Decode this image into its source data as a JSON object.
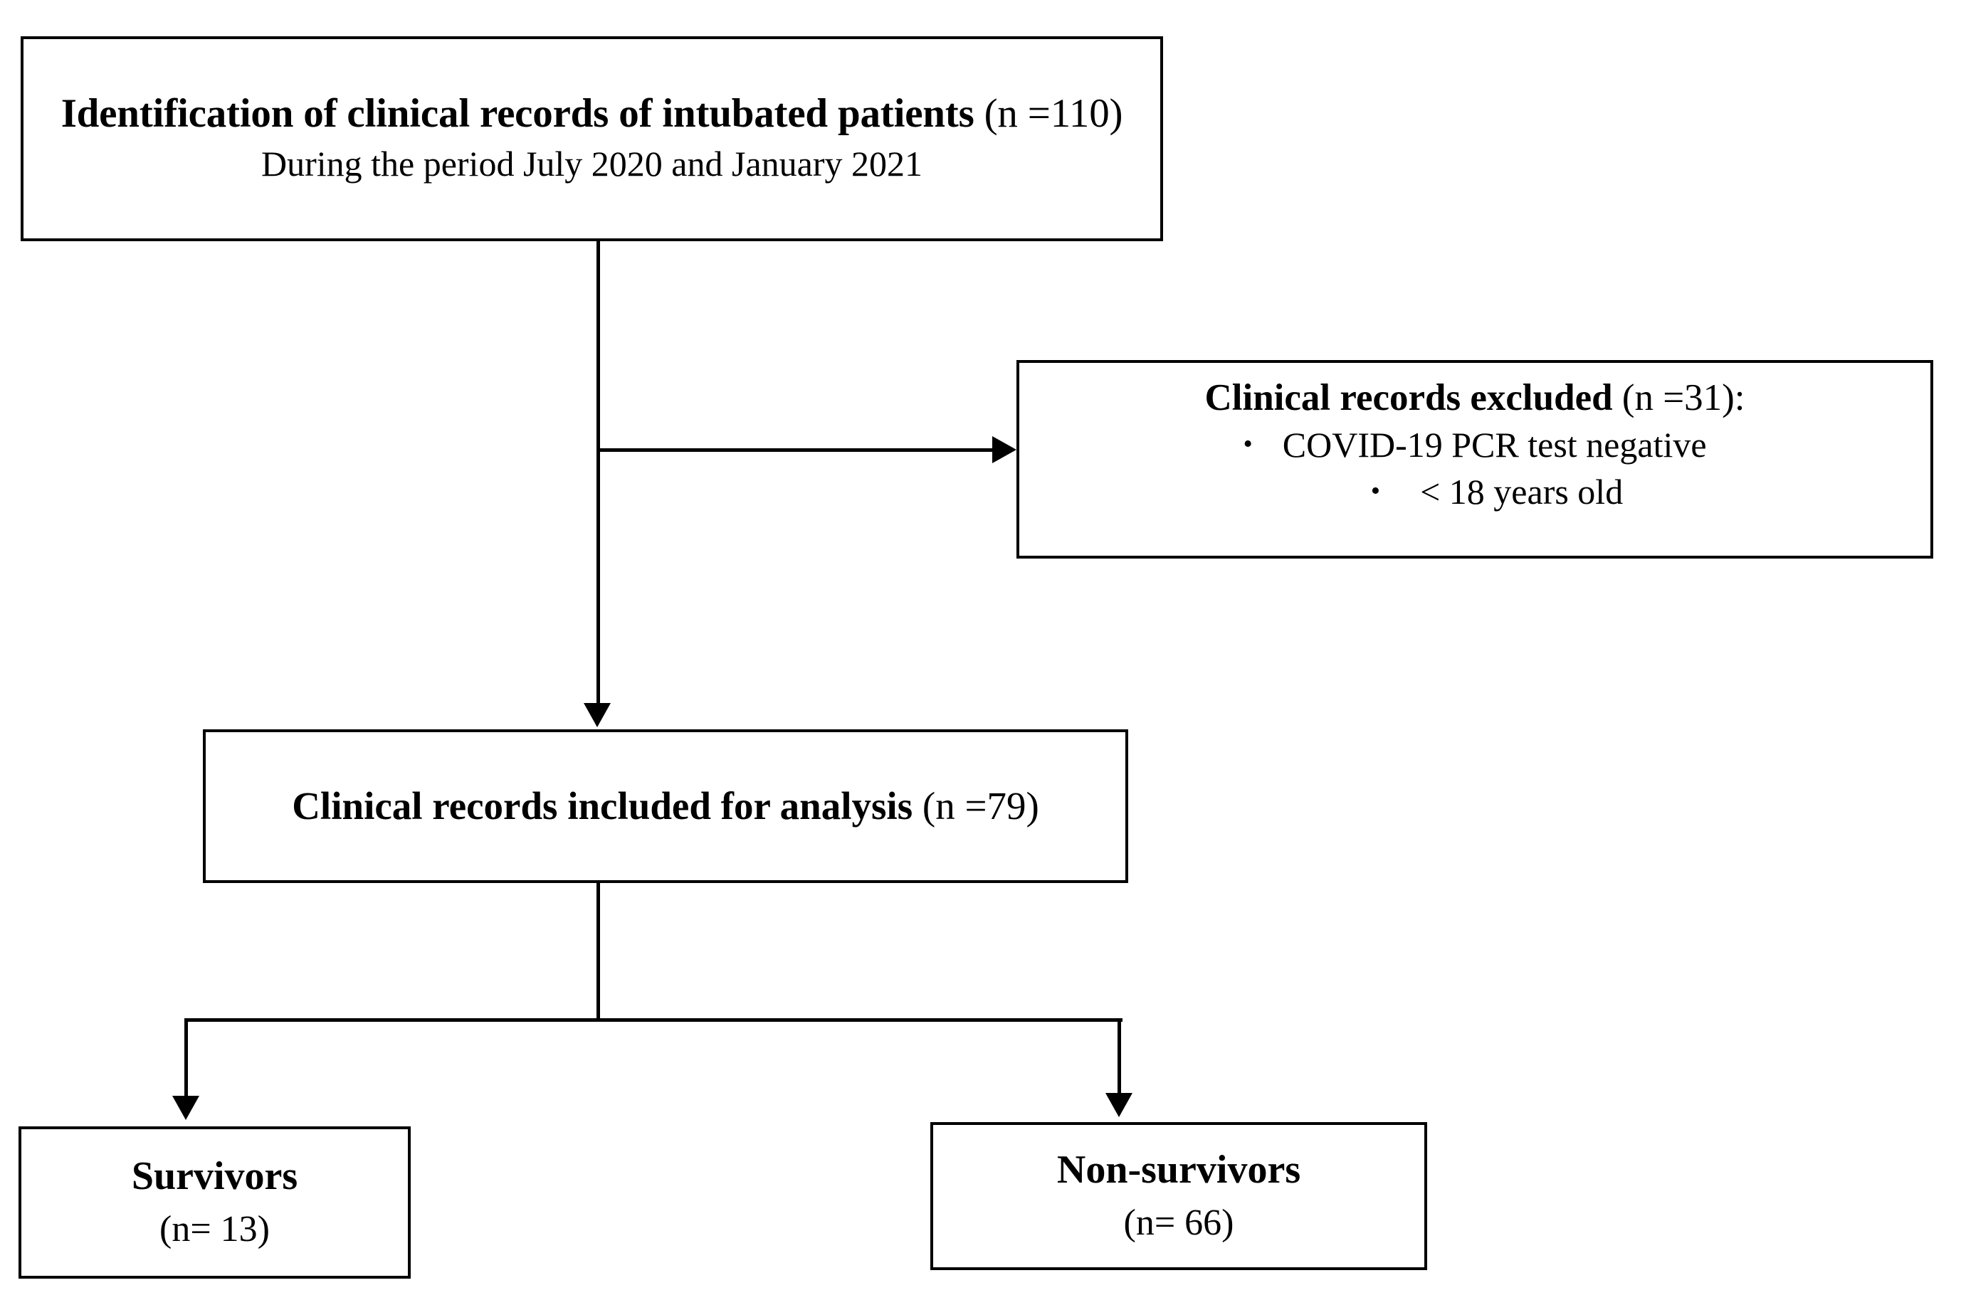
{
  "figure": {
    "type": "flowchart",
    "title": "Patient record selection flow diagram",
    "accent_color": "#000000",
    "background_color": "#ffffff"
  },
  "nodes": {
    "identification": {
      "title_bold": "Identification of clinical records of intubated patients",
      "title_count": "(n =110)",
      "subtitle": "During the period July 2020 and January 2021"
    },
    "excluded": {
      "title_bold": "Clinical records excluded",
      "title_count": "(n =31):",
      "bullet_symbol": "•",
      "reasons": [
        "COVID-19 PCR test negative",
        "< 18 years old"
      ]
    },
    "included": {
      "title_bold": "Clinical records included for analysis",
      "title_count": "(n =79)"
    },
    "survivors": {
      "title": "Survivors",
      "count": "(n= 13)"
    },
    "nonsurvivors": {
      "title": "Non-survivors",
      "count": "(n= 66)"
    }
  },
  "connectors": {
    "main_label": "identification-to-included",
    "excluded_label": "identification-to-excluded",
    "split_label": "included-to-outcomes"
  }
}
